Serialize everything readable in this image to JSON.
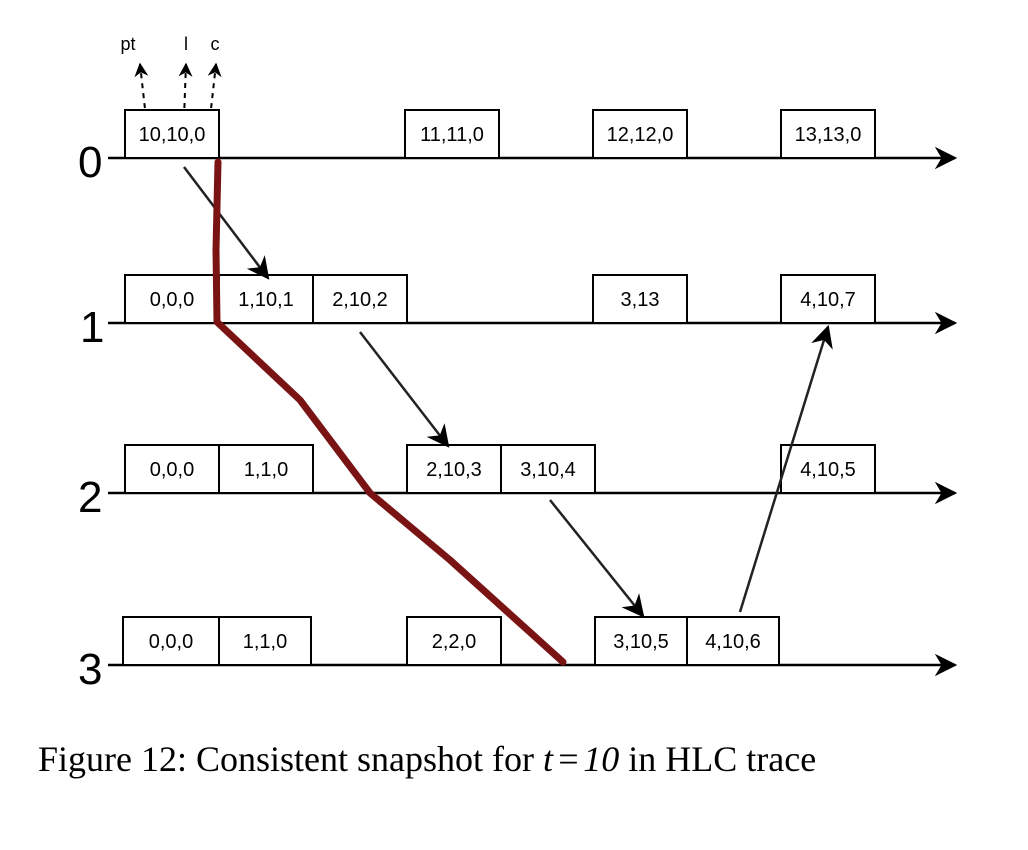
{
  "legend": {
    "labels": [
      "pt",
      "l",
      "c"
    ]
  },
  "processes": [
    {
      "label": "0",
      "boxes": [
        "10,10,0",
        "11,11,0",
        "12,12,0",
        "13,13,0"
      ]
    },
    {
      "label": "1",
      "boxes": [
        "0,0,0",
        "1,10,1",
        "2,10,2",
        "3,13",
        "4,10,7"
      ]
    },
    {
      "label": "2",
      "boxes": [
        "0,0,0",
        "1,1,0",
        "2,10,3",
        "3,10,4",
        "4,10,5"
      ]
    },
    {
      "label": "3",
      "boxes": [
        "0,0,0",
        "1,1,0",
        "2,2,0",
        "3,10,5",
        "4,10,6"
      ]
    }
  ],
  "messages": [
    {
      "from": "0:10,10,0",
      "to": "1:1,10,1"
    },
    {
      "from": "1:2,10,2",
      "to": "2:2,10,3"
    },
    {
      "from": "2:3,10,4",
      "to": "3:3,10,5"
    },
    {
      "from": "3:4,10,6",
      "to": "1:4,10,7"
    }
  ],
  "colors": {
    "cut": "#7a1414",
    "line": "#000000"
  },
  "caption": {
    "prefix": "Figure 12: Consistent snapshot for ",
    "math": "t = 10",
    "suffix": " in HLC trace"
  }
}
